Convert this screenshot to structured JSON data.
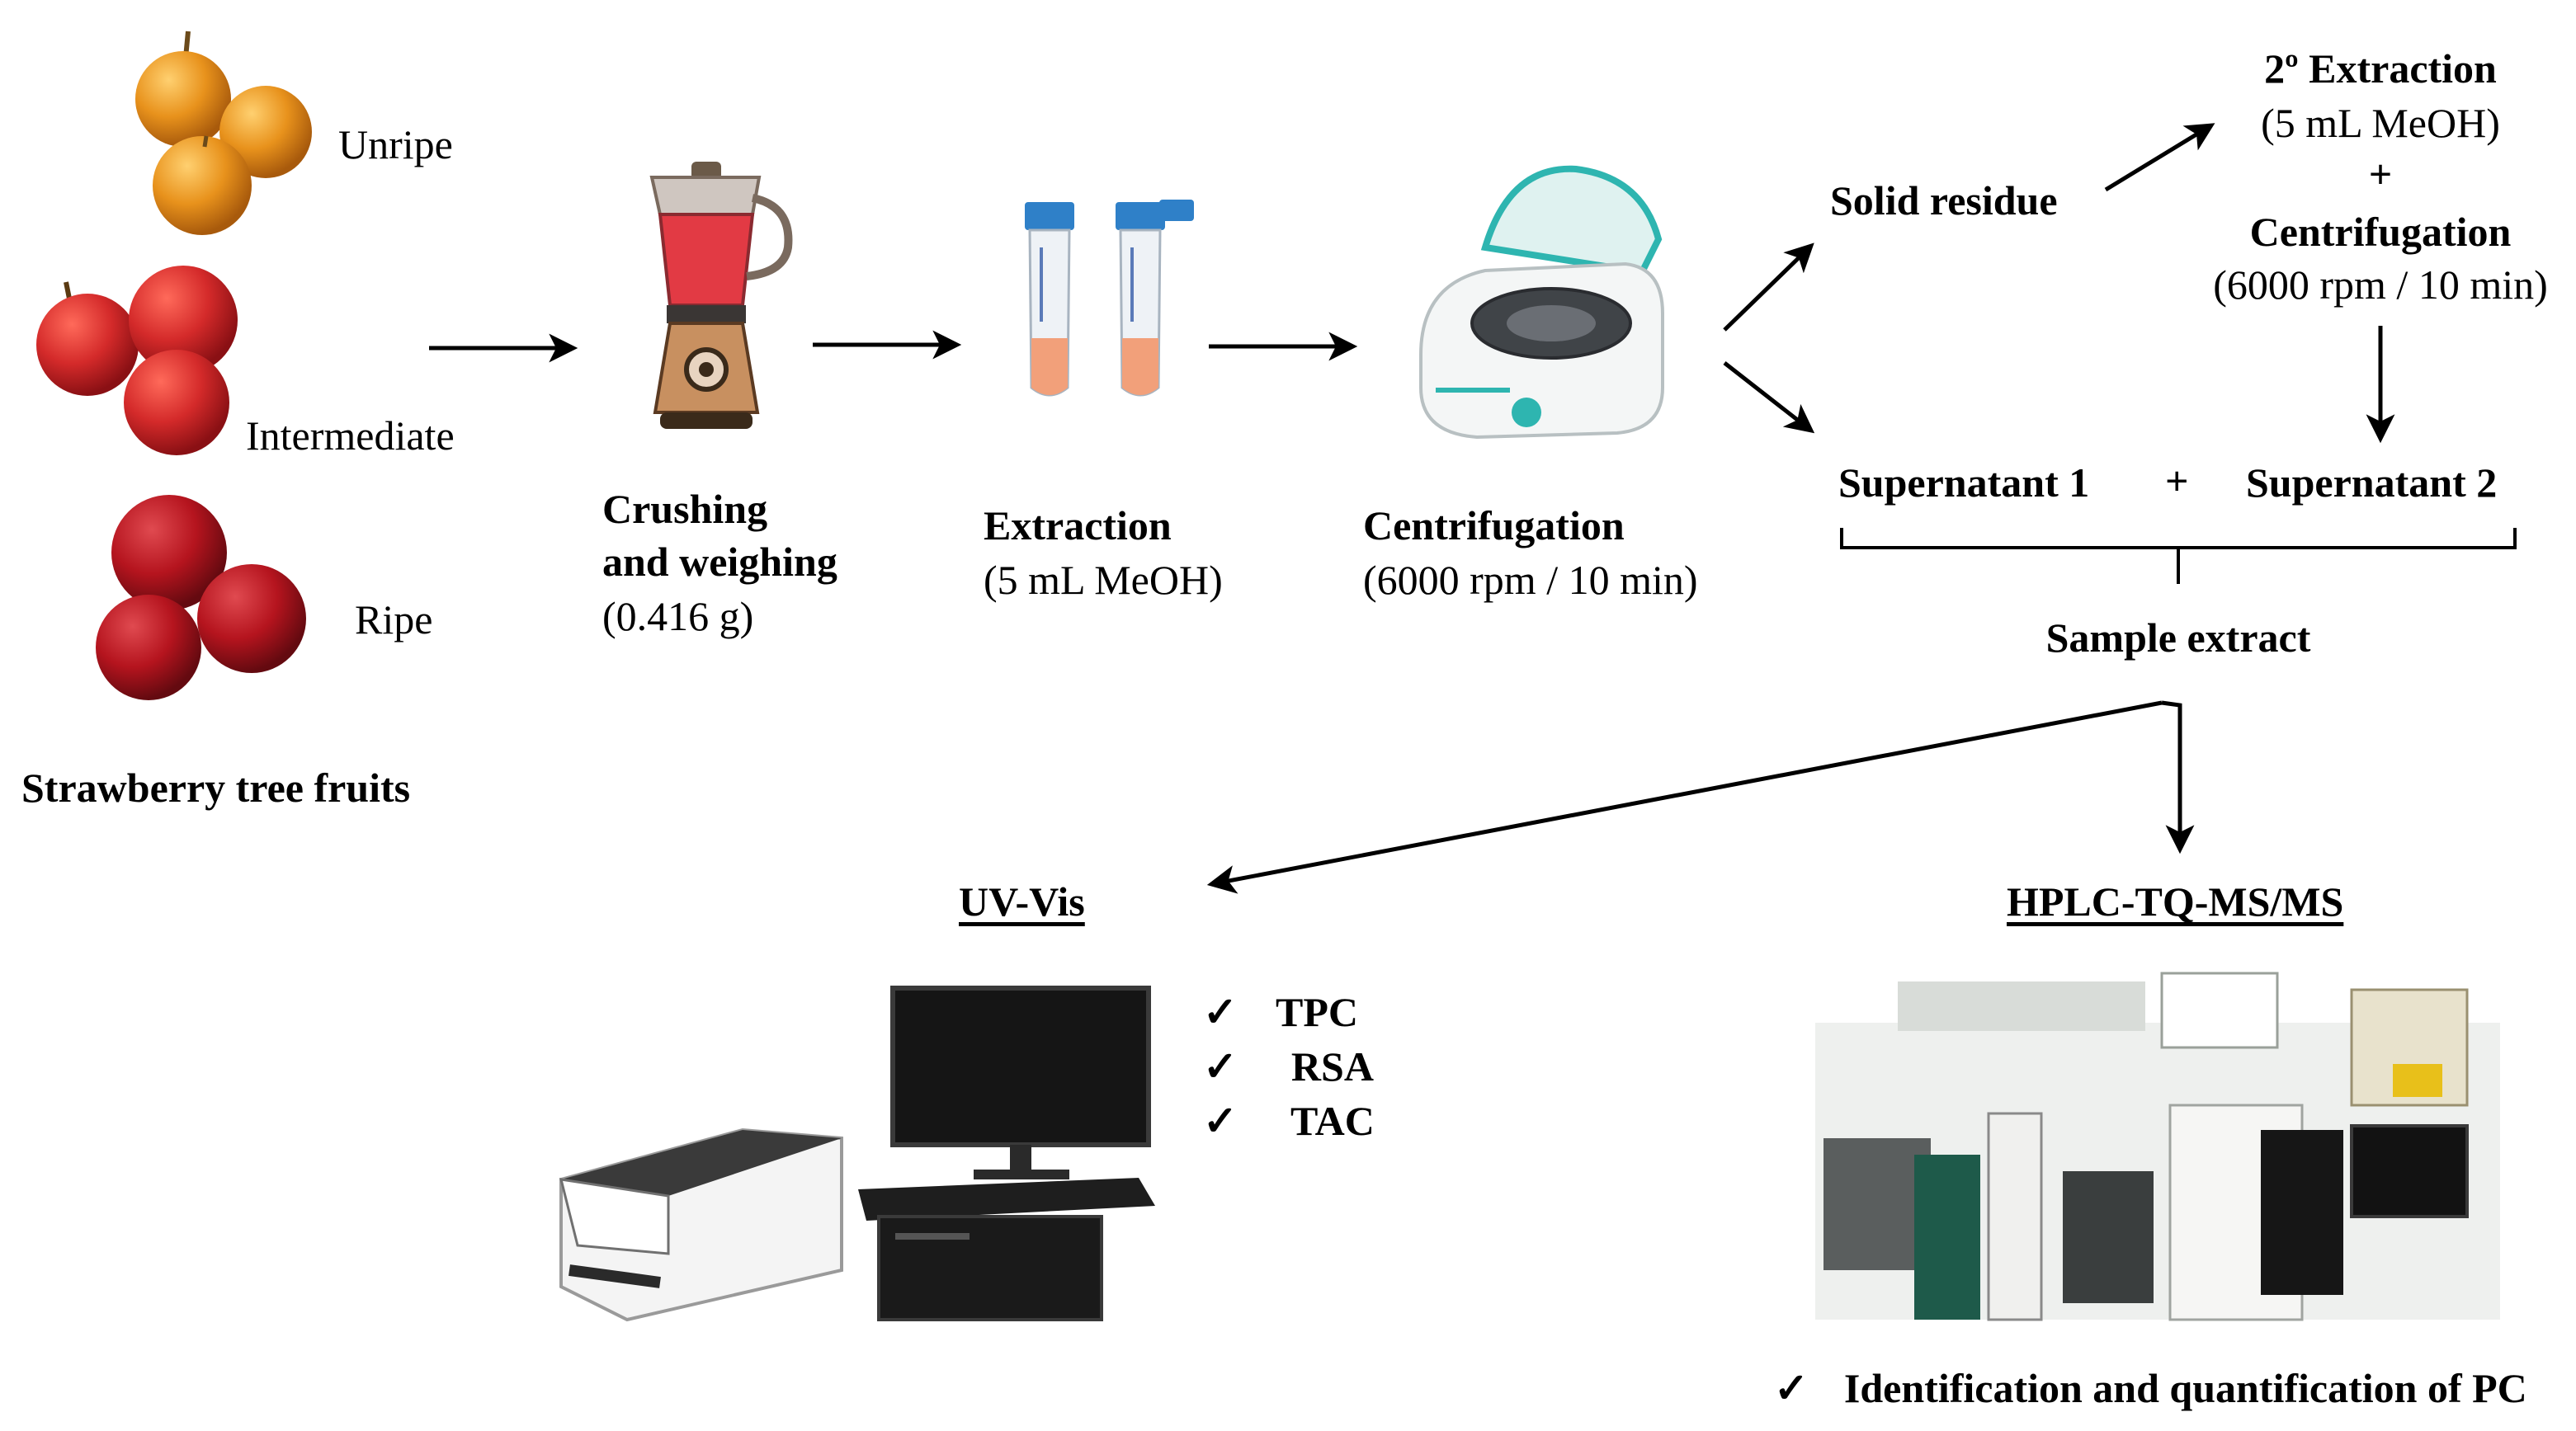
{
  "fruits": {
    "unripe": "Unripe",
    "intermediate": "Intermediate",
    "ripe": "Ripe",
    "title": "Strawberry tree fruits"
  },
  "crushing": {
    "line1": "Crushing",
    "line2": "and weighing",
    "detail": "(0.416 g)"
  },
  "extraction": {
    "title": "Extraction",
    "detail": "(5 mL MeOH)"
  },
  "centrifugation": {
    "title": "Centrifugation",
    "detail": "(6000 rpm / 10 min)"
  },
  "solid_residue": "Solid residue",
  "second_step": {
    "title": "2º Extraction",
    "detail": "(5 mL MeOH)",
    "plus": "+",
    "centrifugation": "Centrifugation",
    "centrifugation_detail": "(6000 rpm / 10 min)"
  },
  "supernatants": {
    "first": "Supernatant 1",
    "plus": "+",
    "second": "Supernatant 2",
    "combined": "Sample extract"
  },
  "uv_vis": {
    "title": "UV-Vis",
    "checks": [
      "TPC",
      "RSA",
      "TAC"
    ],
    "check_mark": "✓"
  },
  "hplc": {
    "title": "HPLC-TQ-MS/MS",
    "result": "Identification and quantification of PC",
    "check_mark": "✓"
  },
  "colors": {
    "unripe_fruit": "#e8921c",
    "intermediate_fruit": "#d42a2a",
    "ripe_fruit": "#b5141e",
    "blender_liquid": "#e23a44",
    "tube_cap": "#2f80c8",
    "tube_liquid": "#f2a07a",
    "centrifuge_lid": "#2eb5b0",
    "arrow": "#000000"
  }
}
